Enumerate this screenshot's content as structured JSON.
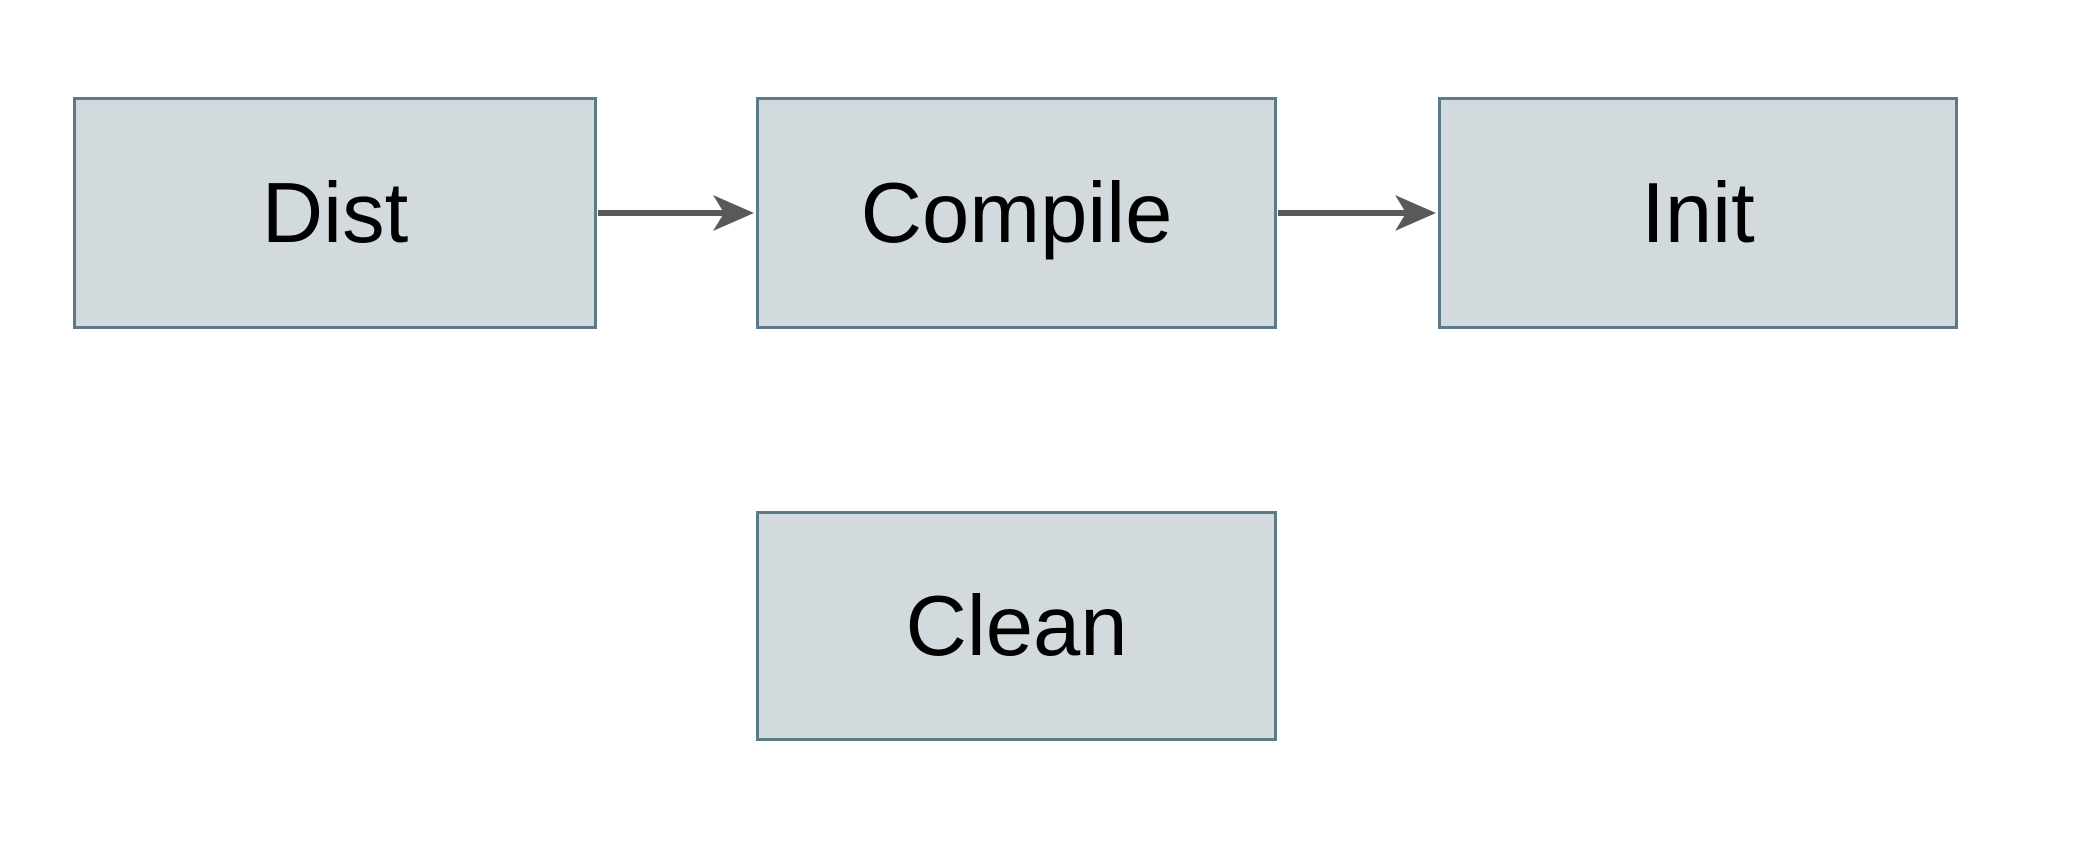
{
  "diagram": {
    "type": "flowchart",
    "background_color": "#ffffff",
    "node_fill_color": "#d3dadd",
    "node_border_color": "#5d7a88",
    "node_text_color": "#000000",
    "arrow_color": "#595959",
    "nodes": [
      {
        "id": "dist",
        "label": "Dist"
      },
      {
        "id": "compile",
        "label": "Compile"
      },
      {
        "id": "init",
        "label": "Init"
      },
      {
        "id": "clean",
        "label": "Clean"
      }
    ],
    "edges": [
      {
        "from": "Dist",
        "to": "Compile",
        "style": "arrow-right"
      },
      {
        "from": "Compile",
        "to": "Init",
        "style": "arrow-right"
      }
    ]
  }
}
